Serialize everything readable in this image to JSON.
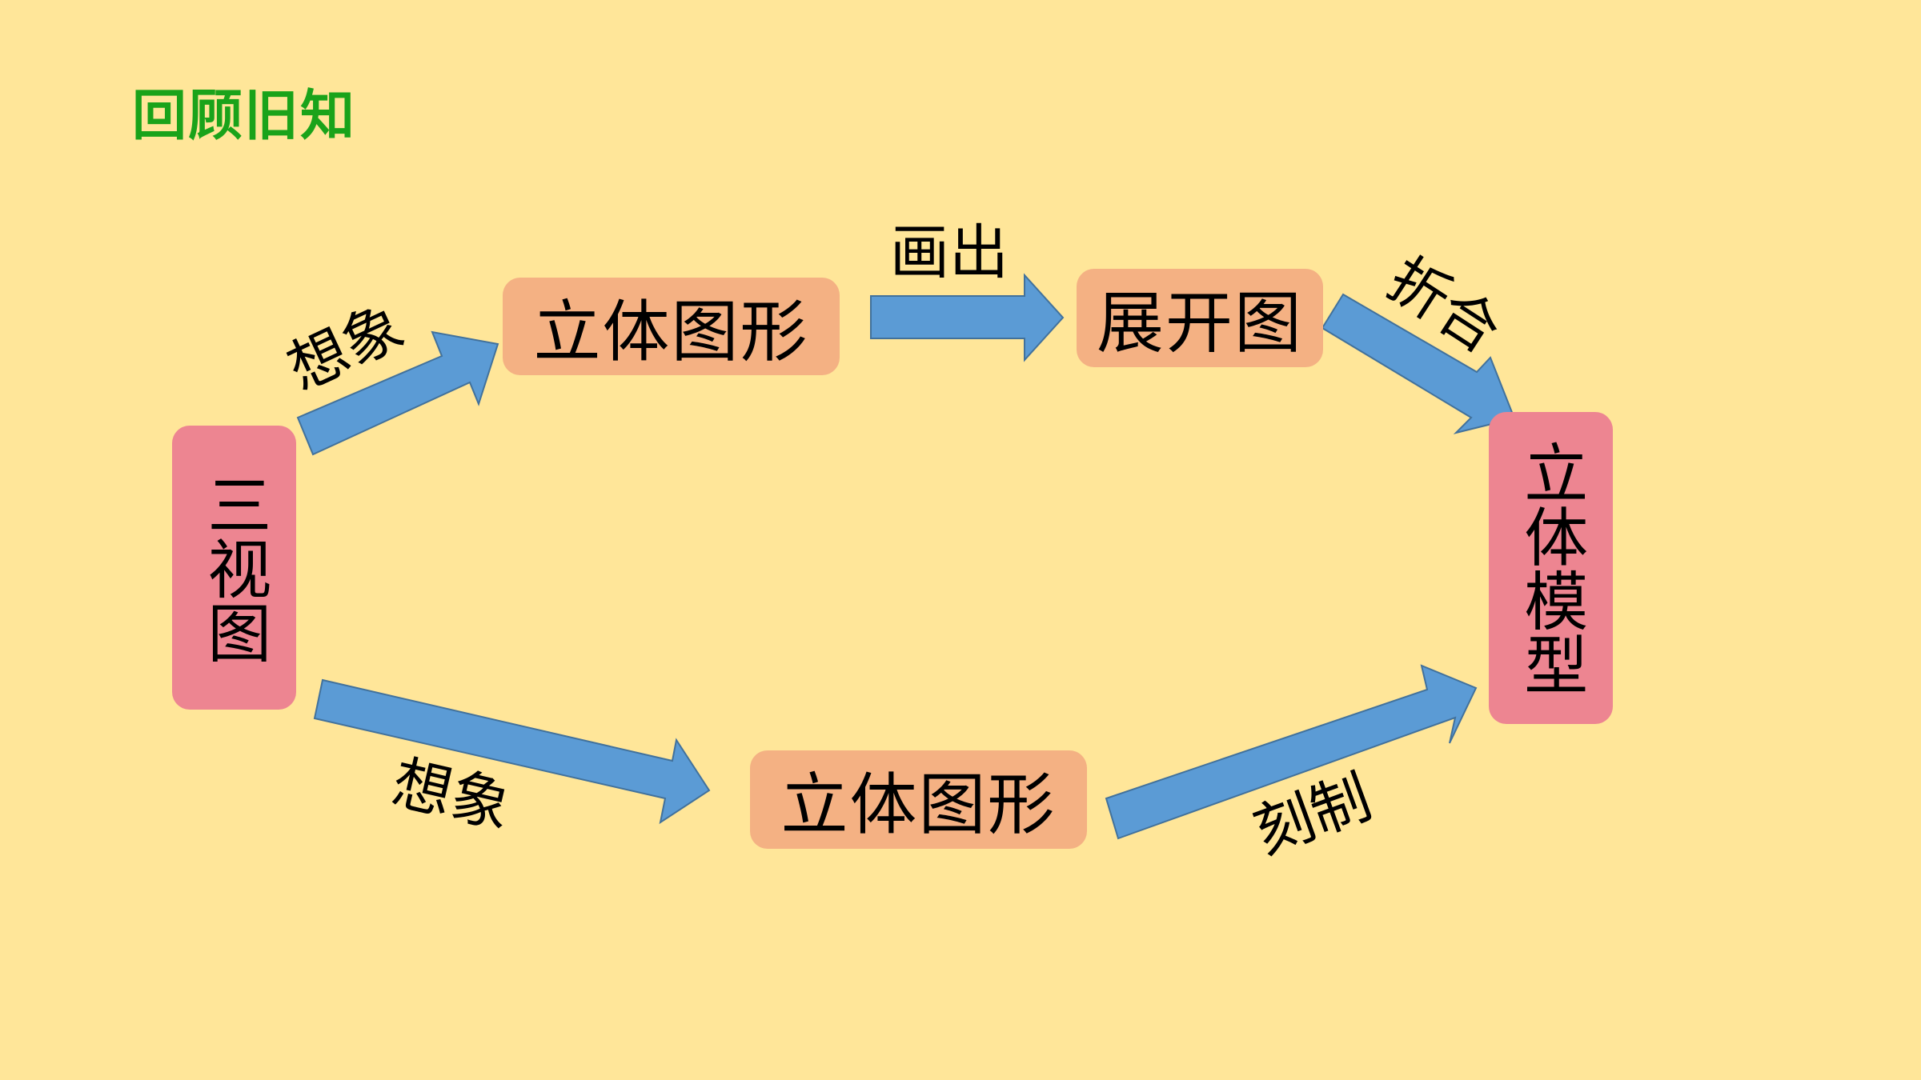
{
  "title": "回顾旧知",
  "nodes": {
    "three_view": "三视图",
    "solid_top": "立体图形",
    "unfolded": "展开图",
    "model": "立体模型",
    "solid_bottom": "立体图形"
  },
  "edges": {
    "imagine_top": "想象",
    "draw": "画出",
    "fold": "折合",
    "imagine_bottom": "想象",
    "carve": "刻制"
  },
  "colors": {
    "background": "#ffe699",
    "title": "#1aa31a",
    "orange_node": "#f4b183",
    "pink_node": "#ed8591",
    "arrow": "#5b9bd5"
  }
}
